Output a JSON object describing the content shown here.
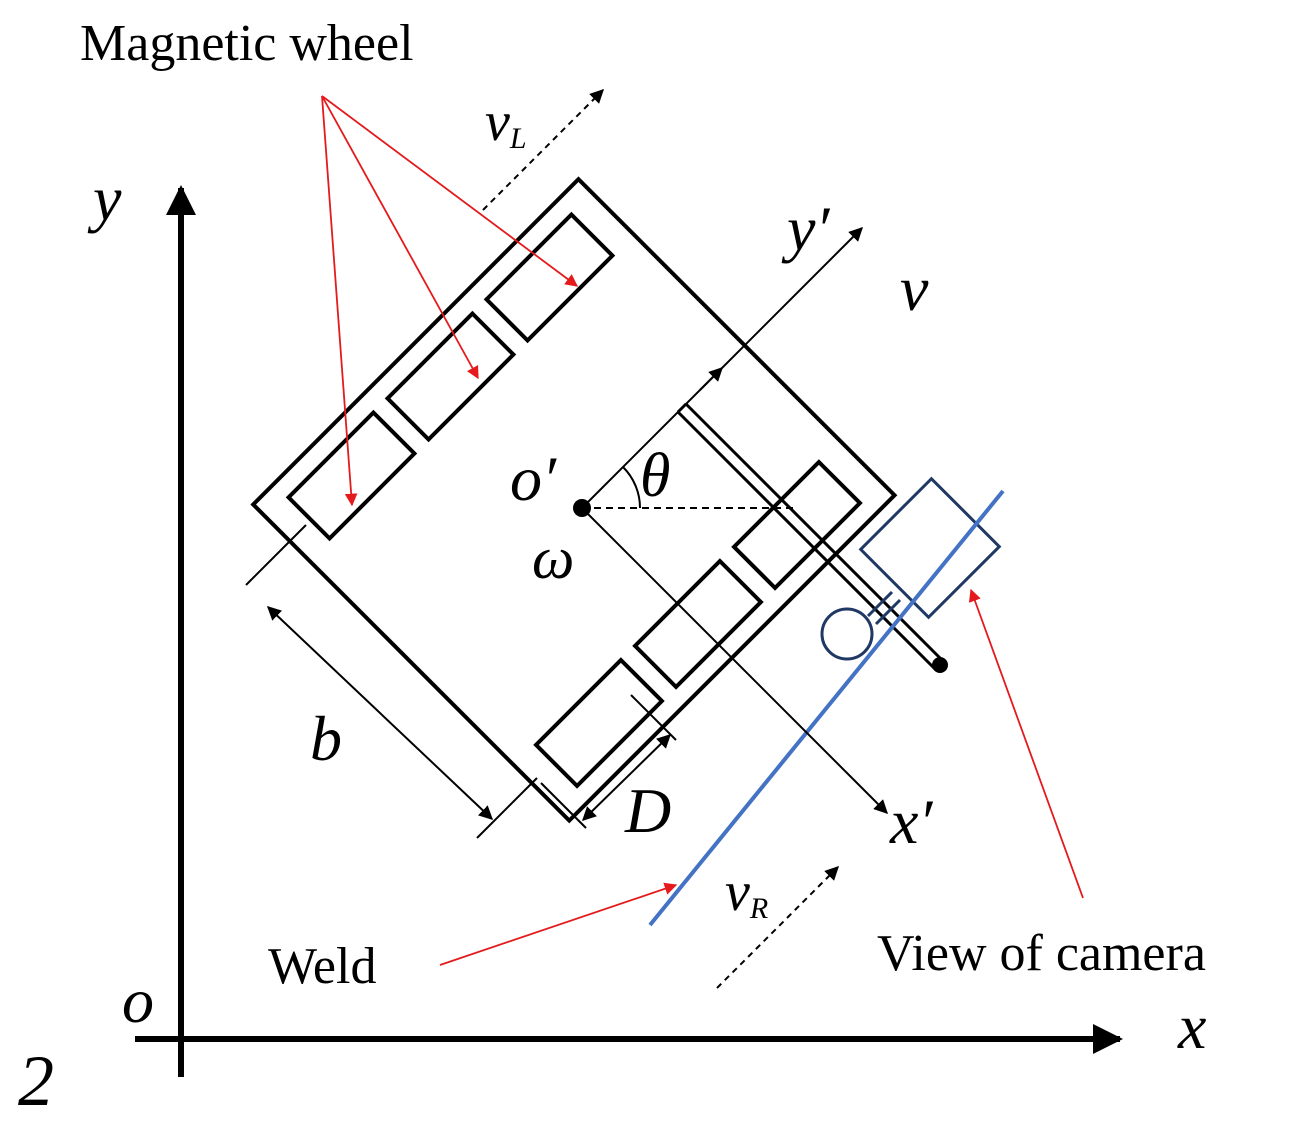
{
  "labels": {
    "magnetic_wheel": "Magnetic wheel",
    "v_l_main": "v",
    "v_l_sub": "L",
    "y": "y",
    "y_prime": "y′",
    "v": "v",
    "o_prime": "o′",
    "theta": "θ",
    "omega": "ω",
    "b": "b",
    "d": "D",
    "x_prime": "x′",
    "v_r_main": "v",
    "v_r_sub": "R",
    "weld": "Weld",
    "view_of_camera": "View of camera",
    "o": "o",
    "x": "x",
    "panel_number": "2"
  },
  "colors": {
    "outline": "#000000",
    "annotation_arrow": "#e41a1c",
    "weld_line": "#4472c4",
    "camera": "#1f3864"
  }
}
